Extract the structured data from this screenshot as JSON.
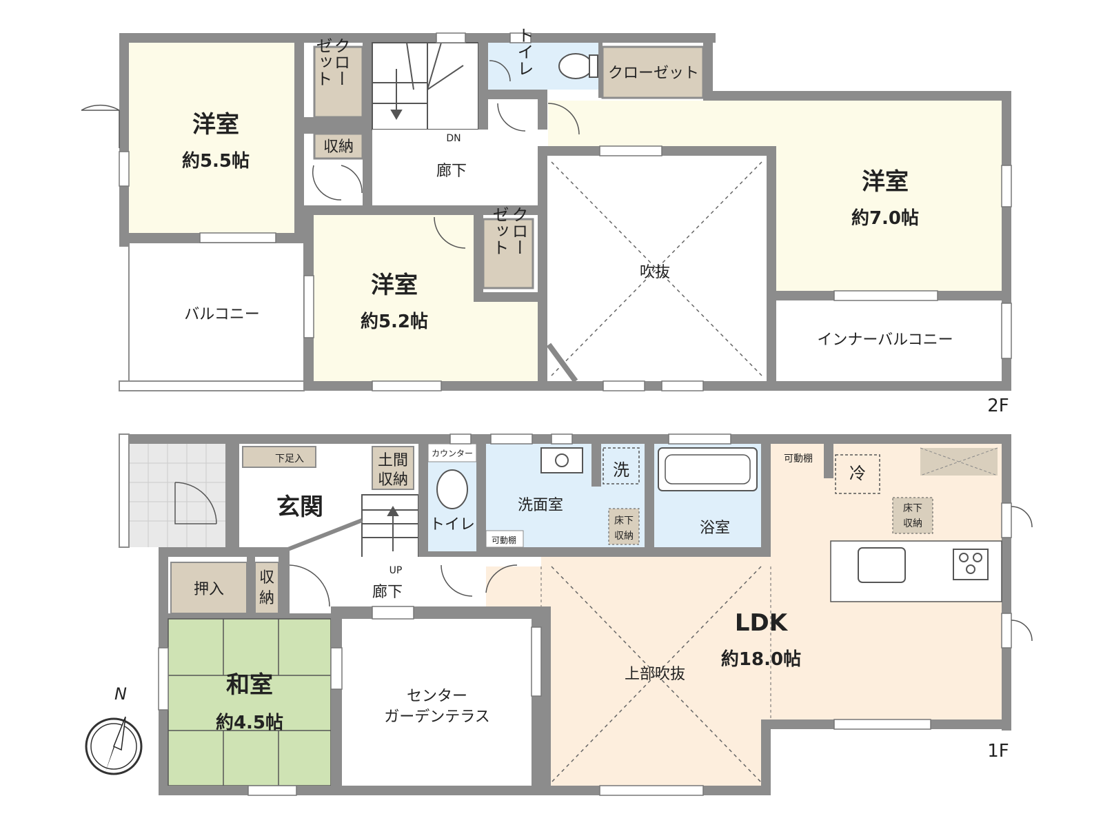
{
  "colors": {
    "wall": "#8c8c8c",
    "yoshitsu": "#fdfbe8",
    "washitsu": "#cfe3b4",
    "ldk": "#fdeedd",
    "wet": "#dfeffa",
    "storage": "#d9cfbd",
    "tile": "#e9e9e9"
  },
  "floor2": {
    "label": "2F",
    "rooms": {
      "western_a": {
        "name": "洋室",
        "area": "約5.5帖"
      },
      "western_b": {
        "name": "洋室",
        "area": "約5.2帖"
      },
      "western_c": {
        "name": "洋室",
        "area": "約7.0帖"
      },
      "closet_a": "クロー",
      "closet_a2": "ゼット",
      "closet_b": "クロー",
      "closet_b2": "ゼット",
      "closet_c": "クローゼット",
      "storage": "収納",
      "toilet": "トイレ",
      "hall": "廊下",
      "stairs_dn": "DN",
      "void": "吹抜",
      "balcony": "バルコニー",
      "inner_balcony": "インナーバルコニー"
    }
  },
  "floor1": {
    "label": "1F",
    "rooms": {
      "ldk": {
        "name": "LDK",
        "area": "約18.0帖",
        "void_above": "上部吹抜"
      },
      "washitsu": {
        "name": "和室",
        "area": "約4.5帖"
      },
      "genkan": "玄関",
      "shoe_storage": "下足入",
      "doma_storage_1": "土間",
      "doma_storage_2": "収納",
      "counter": "カウンター",
      "toilet": "トイレ",
      "washroom": "洗面室",
      "washer": "洗",
      "underfloor_1": "床下",
      "underfloor_2": "収納",
      "bath": "浴室",
      "movable_shelf_1": "可動棚",
      "movable_shelf_2": "可動棚",
      "fridge": "冷",
      "kitchen_underfloor_1": "床下",
      "kitchen_underfloor_2": "収納",
      "hall": "廊下",
      "stairs_up": "UP",
      "oshiire": "押入",
      "storage_1": "収",
      "storage_2": "納",
      "garden_1": "センター",
      "garden_2": "ガーデンテラス"
    }
  },
  "compass": {
    "north": "N"
  }
}
